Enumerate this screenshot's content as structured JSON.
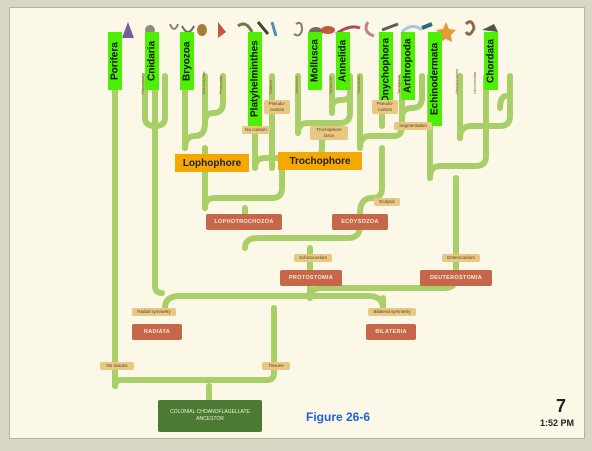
{
  "phyla_labels": [
    "Porifera",
    "Cnidaria",
    "Bryozoa",
    "Platyhelminthes",
    "Mollusca",
    "Annelida",
    "Onychophora",
    "Arthropoda",
    "Echinodermata",
    "Chordata"
  ],
  "small_labels": [
    "Ctenophora",
    "Brachiopoda",
    "Phoronida",
    "Rotifera",
    "Nemertea",
    "Sipuncula",
    "Nematoda",
    "Tardigrada",
    "Hemichordata",
    "Urochordata"
  ],
  "traits": {
    "lophophore": "Lophophore",
    "trochophore": "Trochophore",
    "pseudo_coelom": "Pseudo-coelom",
    "no_coelom": "No coelom",
    "trochophore_larva": "Trochophore larva",
    "pseudo_coelom_2": "Pseudo-coelom",
    "segmentation": "Segmentation",
    "ecdysis": "Ecdysis",
    "schizocoelom": "Schizocoelom",
    "enterocoelom": "Enterocoelom",
    "radial_symmetry": "Radial symmetry",
    "bilateral_symmetry": "Bilateral symmetry",
    "no_tissues": "No tissues",
    "tissues": "Tissues"
  },
  "clades": {
    "lophotrochozoa": "LOPHOTROCHOZOA",
    "ecdysozoa": "ECDYSOZOA",
    "protostomia": "PROTOSTOMIA",
    "deuterostomia": "DEUTEROSTOMIA",
    "radiata": "RADIATA",
    "bilateria": "BILATERIA"
  },
  "root_label": "COLONIAL CHOANOFLAGELLATE ANCESTOR",
  "caption": "Figure 26-6",
  "page_number": "7",
  "time": "1:52 PM",
  "colors": {
    "branch": "#a8cf68",
    "clade_box": "#c6674a",
    "root_box": "#4d7a33",
    "label_bg": "#4cf000",
    "trait_highlight": "#f5a800"
  }
}
